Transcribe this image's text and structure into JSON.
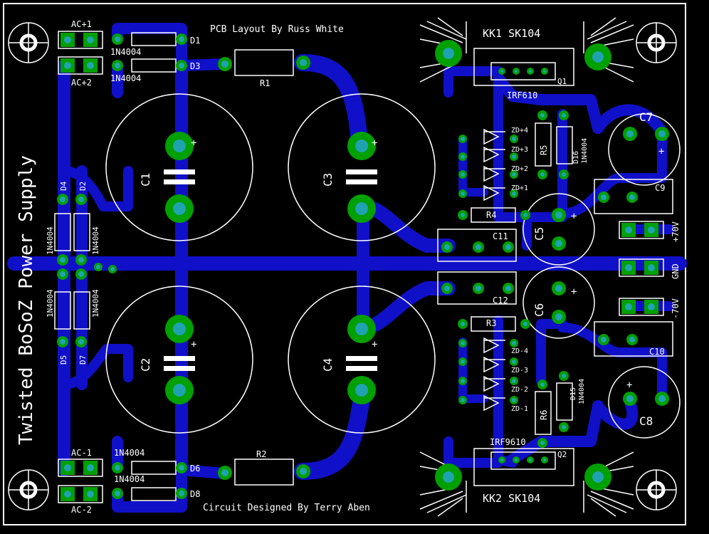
{
  "title_top": "PCB Layout By Russ White",
  "title_bottom": "Circuit Designed By Terry Aben",
  "board_title": "Twisted BoSoZ Power Supply",
  "colors": {
    "background": "#000000",
    "trace": "#1010c8",
    "pad_outer": "#00a000",
    "pad_inner": "#1fa3b0",
    "silkscreen": "#ffffff"
  },
  "labels": {
    "ac_p1": "AC+1",
    "ac_p2": "AC+2",
    "ac_m1": "AC-1",
    "ac_m2": "AC-2",
    "d1": "D1",
    "d3": "D3",
    "d6": "D6",
    "d8": "D8",
    "n1n4004": "1N4004",
    "d4": "D4",
    "d2": "D2",
    "d5": "D5",
    "d7": "D7",
    "r1": "R1",
    "r2": "R2",
    "r3": "R3",
    "r4": "R4",
    "r5": "R5",
    "r6": "R6",
    "c1": "C1",
    "c2": "C2",
    "c3": "C3",
    "c4": "C4",
    "c5": "C5",
    "c6": "C6",
    "c7": "C7",
    "c8": "C8",
    "c9": "C9",
    "c10": "C10",
    "c11": "C11",
    "c12": "C12",
    "kk1": "KK1 SK104",
    "kk2": "KK2 SK104",
    "q1": "Q1",
    "q2": "Q2",
    "irf610": "IRF610",
    "irf9610": "IRF9610",
    "d16": "D16",
    "d15": "D15",
    "zd_p4": "ZD+4",
    "zd_p3": "ZD+3",
    "zd_p2": "ZD+2",
    "zd_p1": "ZD+1",
    "zd_m4": "ZD-4",
    "zd_m3": "ZD-3",
    "zd_m2": "ZD-2",
    "zd_m1": "ZD-1",
    "plus70": "+70V",
    "gnd": "GND",
    "minus70": "-70V",
    "plus": "+"
  }
}
